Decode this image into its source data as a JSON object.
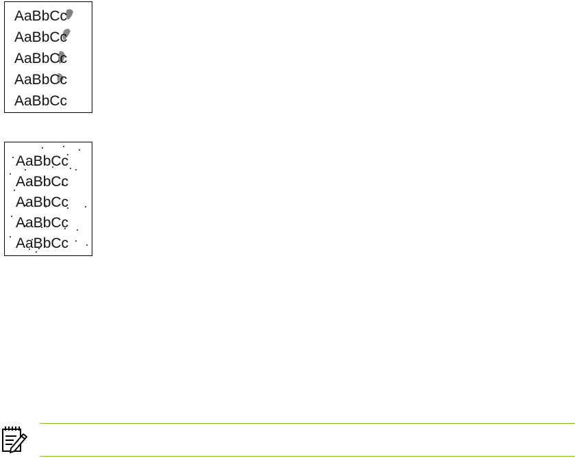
{
  "samples": [
    {
      "name": "smear-sample",
      "lines": [
        "AaBbCc",
        "AaBbCc",
        "AaBbCc",
        "AaBbCc",
        "AaBbCc"
      ],
      "defect": "smear"
    },
    {
      "name": "toner-specks-sample",
      "lines": [
        "AaBbCc",
        "AaBbCc",
        "AaBbCc",
        "AaBbCc",
        "AaBbCc"
      ],
      "defect": "specks"
    }
  ],
  "note": {
    "icon": "note-pad-pencil-icon",
    "accent_color": "#7dbf2e"
  }
}
